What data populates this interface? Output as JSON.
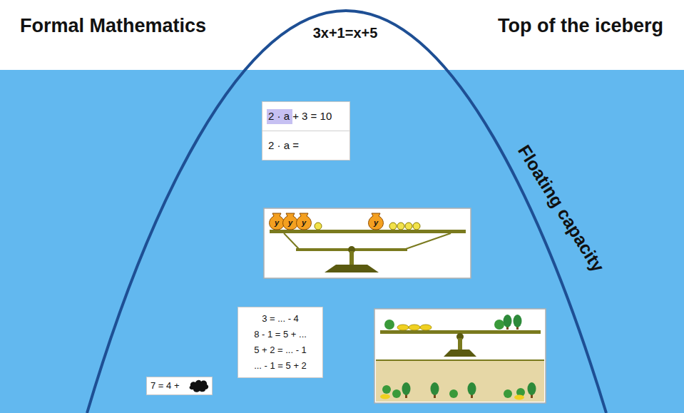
{
  "diagram": {
    "nodes": [
      {
        "text": [
          "2 · a + 3 = 10",
          "2 · a ="
        ]
      },
      {
        "text": [
          "3 = ... - 4",
          "8 - 1 = 5 + ...",
          "5 + 2 = ... - 1",
          "... - 1 = 5 + 2"
        ]
      },
      {
        "text": [
          "7 = 4 +"
        ]
      }
    ],
    "labels": [
      "Formal Mathematics",
      "3x+1=x+5",
      "Top of the iceberg",
      "Floating capacity",
      "y",
      "y",
      "y",
      "y"
    ]
  }
}
